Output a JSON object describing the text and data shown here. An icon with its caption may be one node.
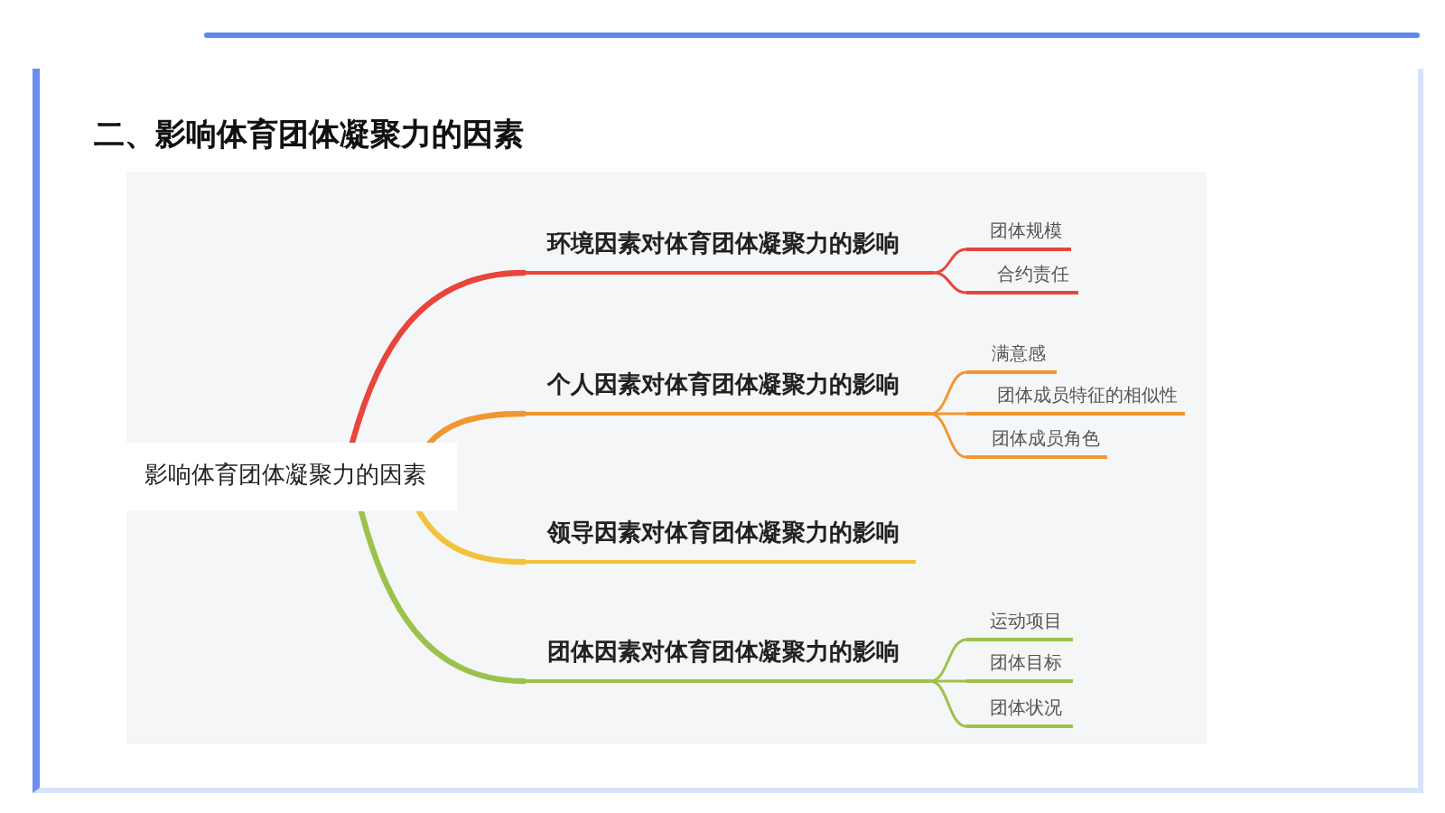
{
  "diagram": {
    "title": "二、影响体育团体凝聚力的因素",
    "nodes": [
      {
        "text": [
          "影响体育团体凝聚力的因素"
        ]
      },
      {
        "text": [
          "环境因素对体育团体凝聚力的影响"
        ]
      },
      {
        "text": [
          "个人因素对体育团体凝聚力的影响"
        ]
      },
      {
        "text": [
          "领导因素对体育团体凝聚力的影响"
        ]
      },
      {
        "text": [
          "团体因素对体育团体凝聚力的影响"
        ]
      },
      {
        "text": [
          "团体规模"
        ]
      },
      {
        "text": [
          "合约责任"
        ]
      },
      {
        "text": [
          "满意感"
        ]
      },
      {
        "text": [
          "团体成员特征的相似性"
        ]
      },
      {
        "text": [
          "团体成员角色"
        ]
      },
      {
        "text": [
          "运动项目"
        ]
      },
      {
        "text": [
          "团体目标"
        ]
      },
      {
        "text": [
          "团体状况"
        ]
      }
    ],
    "edges": [
      {
        "from": 0,
        "to": 1,
        "arrow": "none",
        "style": "thick",
        "color": "#e8453c"
      },
      {
        "from": 0,
        "to": 2,
        "arrow": "none",
        "style": "thick",
        "color": "#f0982f"
      },
      {
        "from": 0,
        "to": 3,
        "arrow": "none",
        "style": "thick",
        "color": "#f3c23b"
      },
      {
        "from": 0,
        "to": 4,
        "arrow": "none",
        "style": "thick",
        "color": "#9cc24b"
      },
      {
        "from": 1,
        "to": 5,
        "arrow": "none",
        "color": "#e8453c"
      },
      {
        "from": 1,
        "to": 6,
        "arrow": "none",
        "color": "#e8453c"
      },
      {
        "from": 2,
        "to": 7,
        "arrow": "none",
        "color": "#f0982f"
      },
      {
        "from": 2,
        "to": 8,
        "arrow": "none",
        "color": "#f0982f"
      },
      {
        "from": 2,
        "to": 9,
        "arrow": "none",
        "color": "#f0982f"
      },
      {
        "from": 4,
        "to": 10,
        "arrow": "none",
        "color": "#9cc24b"
      },
      {
        "from": 4,
        "to": 11,
        "arrow": "none",
        "color": "#9cc24b"
      },
      {
        "from": 4,
        "to": 12,
        "arrow": "none",
        "color": "#9cc24b"
      }
    ]
  }
}
